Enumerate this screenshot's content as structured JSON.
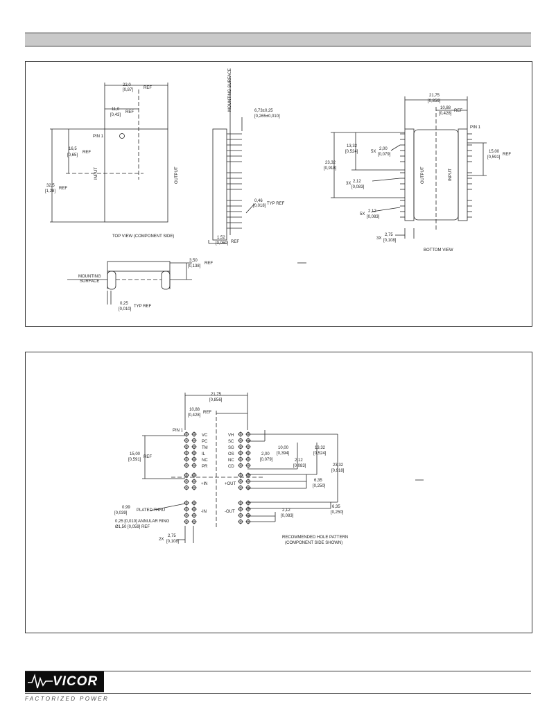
{
  "topview": {
    "w": "22,0",
    "w_in": "[0,87]",
    "ref": "REF",
    "half": "11,0",
    "half_in": "[0,43]",
    "pin1": "PIN 1",
    "y1": "16,5",
    "y1_in": "[0,65]",
    "h": "32,5",
    "h_in": "[1,28]",
    "input": "INPUT",
    "output": "OUTPUT",
    "caption": "TOP VIEW (COMPONENT SIDE)"
  },
  "sideview": {
    "mounting": "MOUNTING SURFACE",
    "pin_len": "6,73±0,25",
    "pin_len_in": "[0,265±0,010]",
    "pin_d": "0,46",
    "pin_d_in": "[0,018]",
    "typ_ref": "TYP REF",
    "body": "1,52",
    "body_in": "[0,060]"
  },
  "endview": {
    "height": "3,50",
    "height_in": "[0,138]",
    "ref": "REF",
    "mounting": "MOUNTING",
    "surface": "SURFACE",
    "pin": "0,25",
    "pin_in": "[0,010]",
    "typ_ref": "TYP REF"
  },
  "bottomview": {
    "w": "21,75",
    "w_in": "[0,856]",
    "half": "10,88",
    "half_in": "[0,428]",
    "ref": "REF",
    "pin1": "PIN 1",
    "d1": "13,32",
    "d1_in": "[0,524]",
    "h": "23,32",
    "h_in": "[0,918]",
    "d2x": "5X",
    "d2": "2,00",
    "d2_in": "[0,079]",
    "d3x": "3X",
    "d3": "2,12",
    "d3_in": "[0,083]",
    "d4x": "5X",
    "d4": "2,12",
    "d4_in": "[0,083]",
    "d5x": "3X",
    "d5": "2,75",
    "d5_in": "[0,108]",
    "right": "15,00",
    "right_in": "[0,591]",
    "output": "OUTPUT",
    "input": "INPUT",
    "caption": "BOTTOM VIEW"
  },
  "pattern": {
    "w": "21,75",
    "w_in": "[0,856]",
    "half": "10,88",
    "half_in": "[0,428]",
    "ref": "REF",
    "pin1": "PIN 1",
    "left": "15,00",
    "left_in": "[0,591]",
    "pins_left": [
      "VC",
      "PC",
      "TM",
      "IL",
      "NC",
      "PR"
    ],
    "pins_right": [
      "VH",
      "SC",
      "SG",
      "OS",
      "NC",
      "CD"
    ],
    "plus_in": "+IN",
    "minus_in": "-IN",
    "plus_out": "+OUT",
    "minus_out": "-OUT",
    "d_a": "2,00",
    "d_a_in": "[0,079]",
    "d_b": "10,00",
    "d_b_in": "[0,394]",
    "d_c": "13,32",
    "d_c_in": "[0,524]",
    "d_d": "2,12",
    "d_d_in": "[0,083]",
    "d_e": "23,32",
    "d_e_in": "[0,918]",
    "d_f": "6,35",
    "d_f_in": "[0,250]",
    "d_g": "2,12",
    "d_g_in": "[0,083]",
    "d_h": "6,35",
    "d_h_in": "[0,250]",
    "hole": "0,99",
    "hole_in": "[0,039]",
    "plated": "PLATED THRU",
    "ring": "0,25 [0,010] ANNULAR RING",
    "ring2": "Ø1,50 [0,059] REF",
    "bot": "2X",
    "bot_v": "2,75",
    "bot_in": "[0,108]",
    "caption1": "RECOMMENDED HOLE PATTERN",
    "caption2": "(COMPONENT SIDE SHOWN)"
  },
  "footer": {
    "logo": "VICOR",
    "tagline": "FACTORIZED POWER"
  }
}
